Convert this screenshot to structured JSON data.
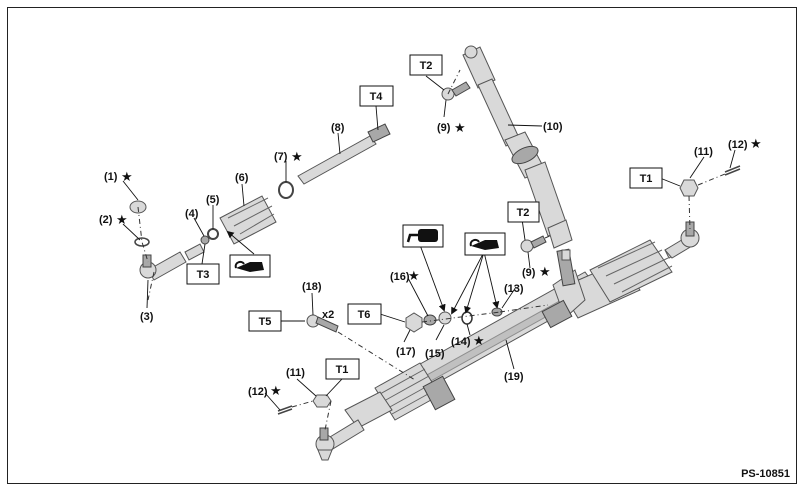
{
  "figure_ref": "PS-10851",
  "torque_boxes": [
    "T1",
    "T2",
    "T3",
    "T4",
    "T5",
    "T6",
    "T1",
    "T2"
  ],
  "part_labels": [
    {
      "num": "(1)",
      "star": true
    },
    {
      "num": "(2)",
      "star": true
    },
    {
      "num": "(3)",
      "star": false
    },
    {
      "num": "(4)",
      "star": false
    },
    {
      "num": "(5)",
      "star": false
    },
    {
      "num": "(6)",
      "star": false
    },
    {
      "num": "(7)",
      "star": true
    },
    {
      "num": "(8)",
      "star": false
    },
    {
      "num": "(9)",
      "star": true
    },
    {
      "num": "(10)",
      "star": false
    },
    {
      "num": "(11)",
      "star": false
    },
    {
      "num": "(12)",
      "star": true
    },
    {
      "num": "(9)",
      "star": true
    },
    {
      "num": "(13)",
      "star": false
    },
    {
      "num": "(14)",
      "star": true
    },
    {
      "num": "(15)",
      "star": false
    },
    {
      "num": "(16)",
      "star": true
    },
    {
      "num": "(17)",
      "star": false
    },
    {
      "num": "(18)",
      "star": false
    },
    {
      "num": "(19)",
      "star": false
    },
    {
      "num": "(11)",
      "star": false
    },
    {
      "num": "(12)",
      "star": true
    }
  ],
  "quantity_note": "x2",
  "star_glyph": "★",
  "icons": [
    "grease-icon",
    "sealant-tube-icon",
    "sealant-tube-icon"
  ]
}
